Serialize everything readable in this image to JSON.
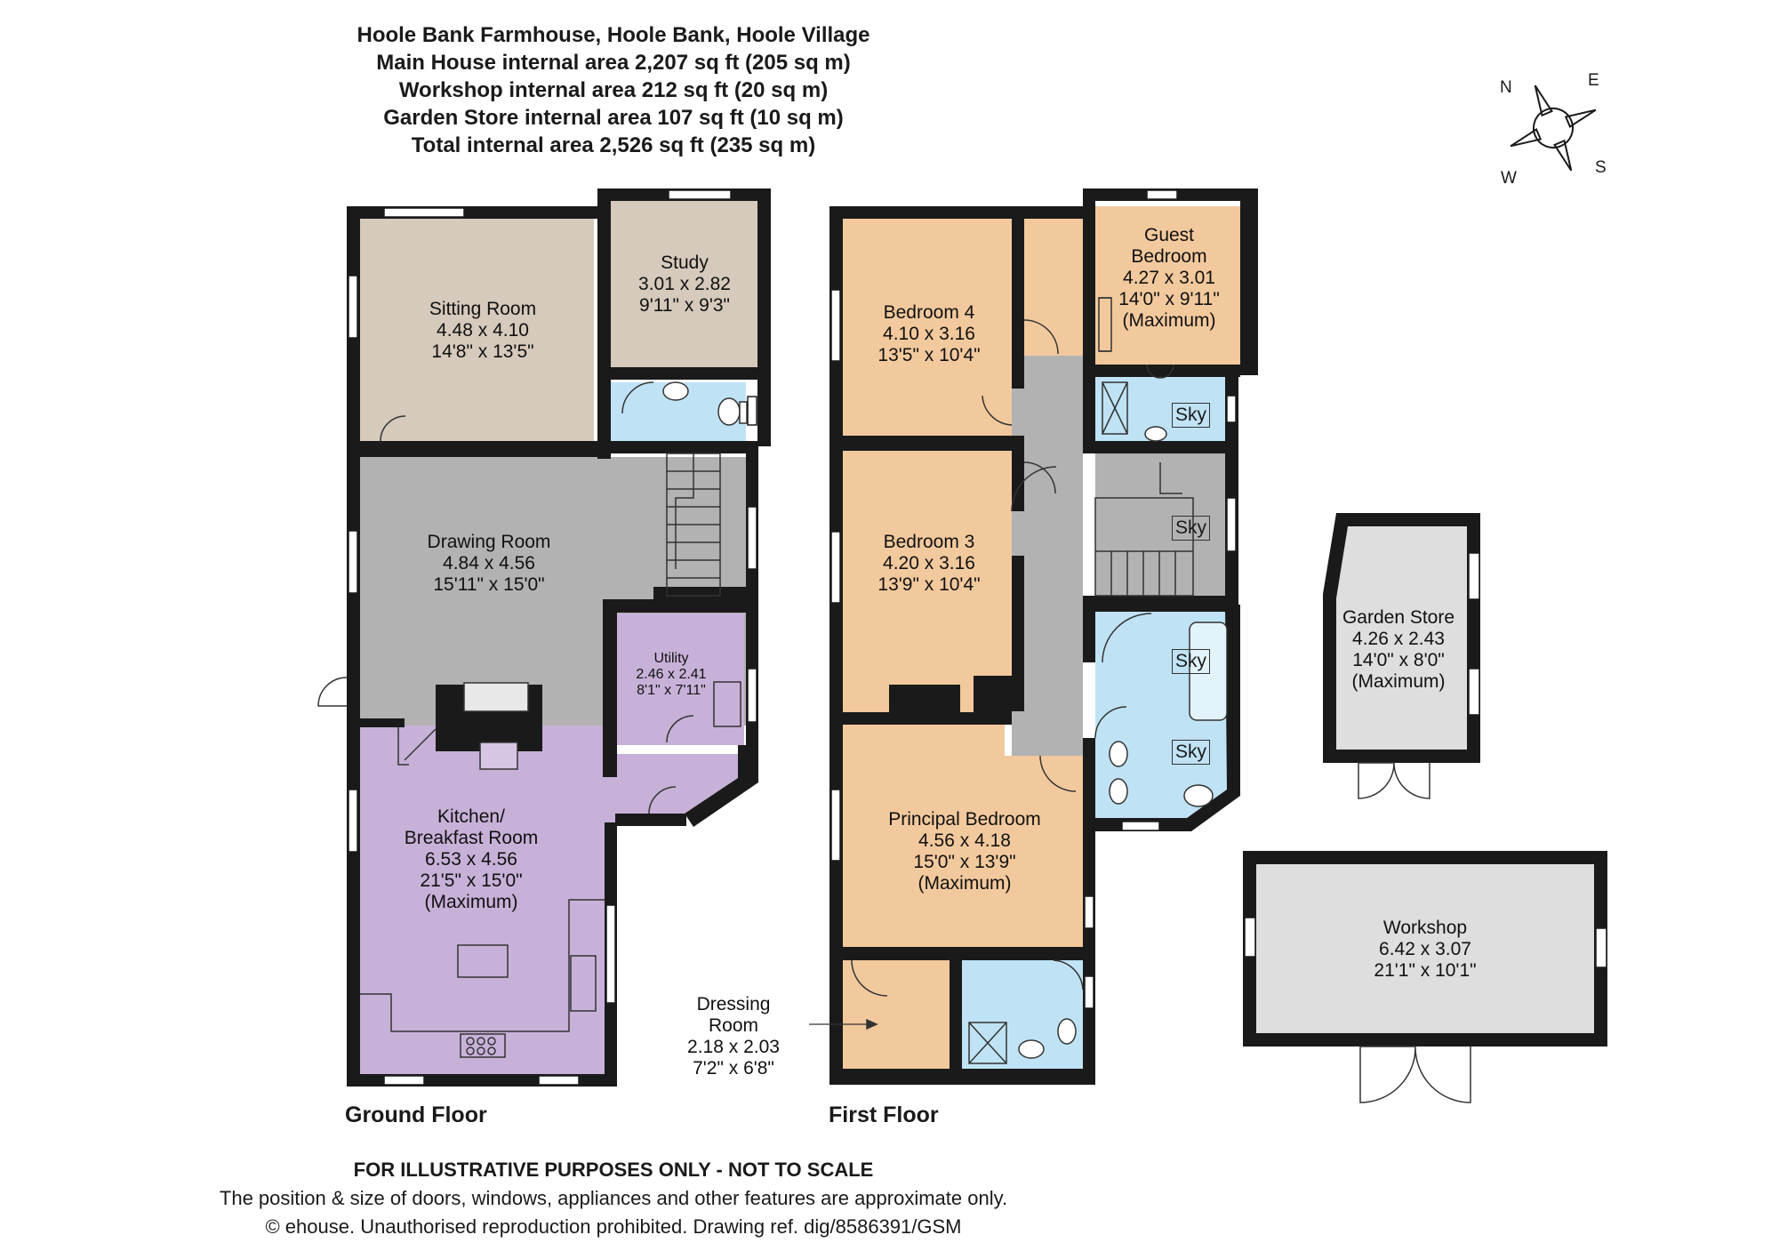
{
  "header": {
    "line1": "Hoole Bank Farmhouse, Hoole Bank, Hoole Village",
    "line2": "Main House internal area 2,207 sq ft (205 sq m)",
    "line3": "Workshop internal area 212 sq ft (20 sq m)",
    "line4": "Garden Store internal area 107 sq ft (10 sq m)",
    "line5": "Total internal area 2,526 sq ft (235 sq m)"
  },
  "compass": {
    "n": "N",
    "e": "E",
    "s": "S",
    "w": "W"
  },
  "floors": {
    "ground": "Ground Floor",
    "first": "First Floor"
  },
  "colors": {
    "wall": "#1a1a1a",
    "reception": "#d5cabb",
    "circulation": "#b2b2b2",
    "kitchen": "#c8b1d8",
    "bedroom": "#f2c99d",
    "bathroom": "#bfe3f5",
    "outbuilding": "#dedede"
  },
  "rooms": {
    "sitting": {
      "name": "Sitting Room",
      "metric": "4.48 x 4.10",
      "imperial": "14'8\" x 13'5\""
    },
    "study": {
      "name": "Study",
      "metric": "3.01 x 2.82",
      "imperial": "9'11\" x 9'3\""
    },
    "drawing": {
      "name": "Drawing Room",
      "metric": "4.84 x 4.56",
      "imperial": "15'11\" x 15'0\""
    },
    "utility": {
      "name": "Utility",
      "metric": "2.46 x 2.41",
      "imperial": "8'1\" x 7'11\""
    },
    "kitchen": {
      "name1": "Kitchen/",
      "name2": "Breakfast Room",
      "metric": "6.53 x 4.56",
      "imperial": "21'5\" x 15'0\"",
      "note": "(Maximum)"
    },
    "bed4": {
      "name": "Bedroom 4",
      "metric": "4.10 x 3.16",
      "imperial": "13'5\" x 10'4\""
    },
    "guest": {
      "name1": "Guest",
      "name2": "Bedroom",
      "metric": "4.27 x 3.01",
      "imperial": "14'0\" x 9'11\"",
      "note": "(Maximum)"
    },
    "bed3": {
      "name": "Bedroom 3",
      "metric": "4.20 x 3.16",
      "imperial": "13'9\" x 10'4\""
    },
    "principal": {
      "name": "Principal Bedroom",
      "metric": "4.56 x 4.18",
      "imperial": "15'0\" x 13'9\"",
      "note": "(Maximum)"
    },
    "dressing": {
      "name1": "Dressing",
      "name2": "Room",
      "metric": "2.18 x 2.03",
      "imperial": "7'2\" x 6'8\""
    },
    "garden": {
      "name": "Garden Store",
      "metric": "4.26 x 2.43",
      "imperial": "14'0\" x 8'0\"",
      "note": "(Maximum)"
    },
    "workshop": {
      "name": "Workshop",
      "metric": "6.42 x 3.07",
      "imperial": "21'1\" x 10'1\""
    }
  },
  "skylight": "Sky",
  "footer": {
    "disclaimer": "FOR ILLUSTRATIVE PURPOSES ONLY - NOT TO SCALE",
    "note": "The position & size of doors, windows, appliances and other features are approximate only.",
    "copyright": "© ehouse. Unauthorised reproduction prohibited. Drawing ref. dig/8586391/GSM"
  }
}
